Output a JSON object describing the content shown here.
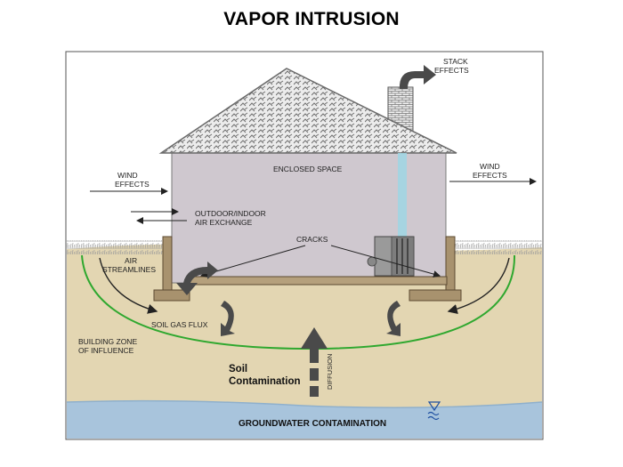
{
  "title": "VAPOR INTRUSION",
  "labels": {
    "stack_effects_1": "STACK",
    "stack_effects_2": "EFFECTS",
    "wind_left_1": "WIND",
    "wind_left_2": "EFFECTS",
    "wind_right_1": "WIND",
    "wind_right_2": "EFFECTS",
    "enclosed_space": "ENCLOSED SPACE",
    "air_exchange_1": "OUTDOOR/INDOOR",
    "air_exchange_2": "AIR EXCHANGE",
    "cracks": "CRACKS",
    "air_streamlines_1": "AIR",
    "air_streamlines_2": "STREAMLINES",
    "soil_gas_flux": "SOIL GAS FLUX",
    "zone_1": "BUILDING ZONE",
    "zone_2": "OF INFLUENCE",
    "soil_1": "Soil",
    "soil_2": "Contamination",
    "diffusion": "DIFFUSION",
    "groundwater": "GROUNDWATER CONTAMINATION"
  },
  "colors": {
    "soil": "#e3d6b2",
    "wall": "#cfc8cf",
    "roof": "#8a8a8a",
    "foundation": "#a8926e",
    "groundwater": "#a8c4dc",
    "influence_zone": "#2fa82f",
    "vapor_column": "#9fd6e4",
    "arrows": "#3c3c3c"
  }
}
